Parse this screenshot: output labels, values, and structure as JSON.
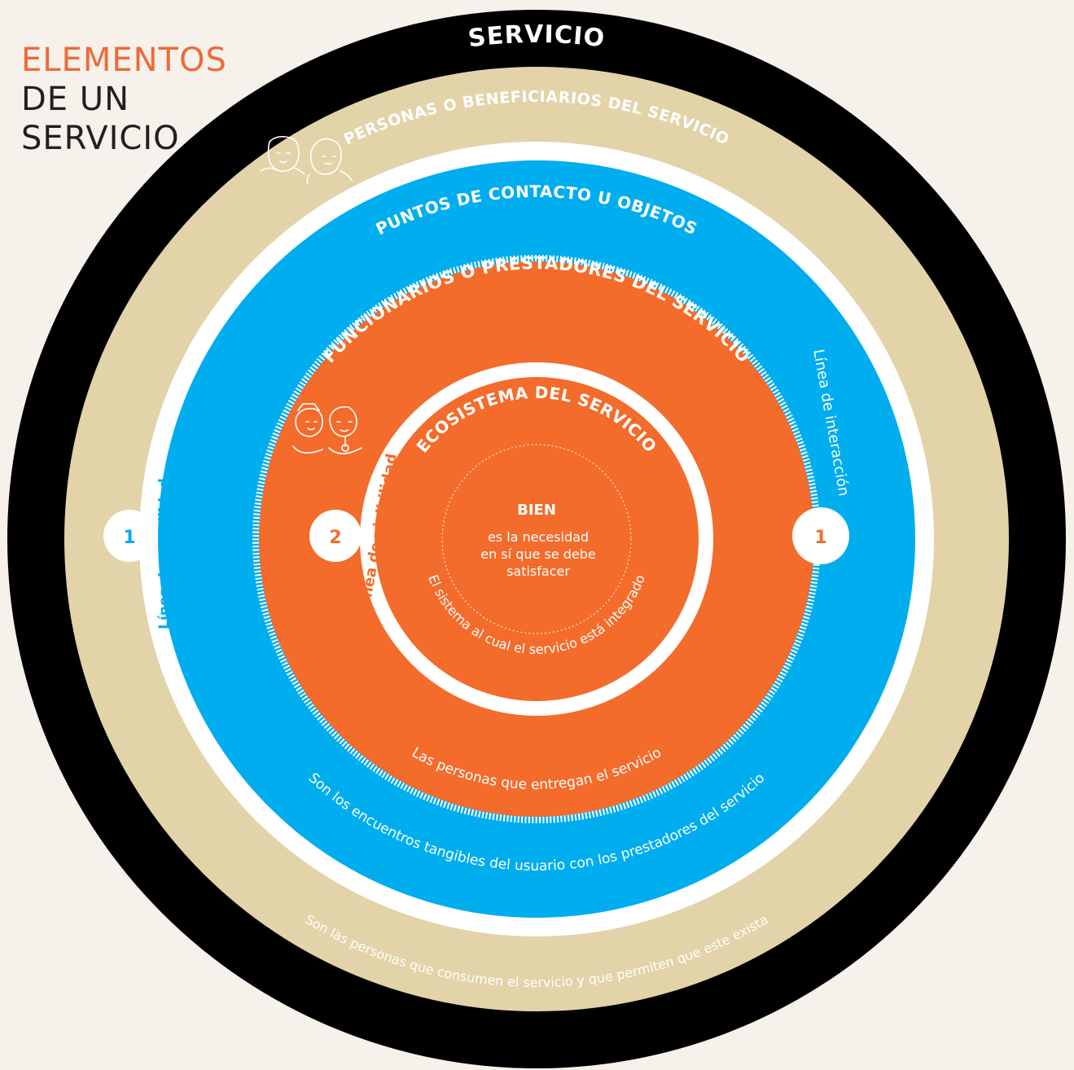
{
  "title": {
    "line1": "ELEMENTOS",
    "line2": "DE UN",
    "line3": "SERVICIO"
  },
  "colors": {
    "background": "#f7f1eb",
    "black_ring": "#000000",
    "beige_ring": "#e2d3a9",
    "blue_ring": "#00adee",
    "orange_ring": "#f36c2b",
    "accent": "#ee6a37"
  },
  "rings": {
    "servicio": {
      "label": "SERVICIO"
    },
    "personas": {
      "label": "PERSONAS O BENEFICIARIOS DEL SERVICIO",
      "description": "Son las personas que consumen el servicio y que permiten que este exista"
    },
    "puntos": {
      "label": "PUNTOS DE CONTACTO U OBJETOS",
      "description": "Son los encuentros tangibles del usuario con los prestadores del servicio"
    },
    "funcionarios": {
      "label": "FUNCIONARIOS O PRESTADORES DEL SERVICIO",
      "description": "Las personas que entregan el servicio"
    },
    "ecosistema": {
      "label": "ECOSISTEMA DEL SERVICIO",
      "description": "El sistema al cual el servicio está integrado"
    }
  },
  "center": {
    "title": "BIEN",
    "line1": "es la necesidad",
    "line2": "en sí que se debe",
    "line3": "satisfacer"
  },
  "lines": {
    "visibilidad": "Línea de visibilidad",
    "interaccion": "Línea de interacción"
  },
  "badges": {
    "left": "1",
    "inner": "2",
    "right": "1"
  },
  "icons": [
    "beneficiaries-icon",
    "providers-icon"
  ]
}
